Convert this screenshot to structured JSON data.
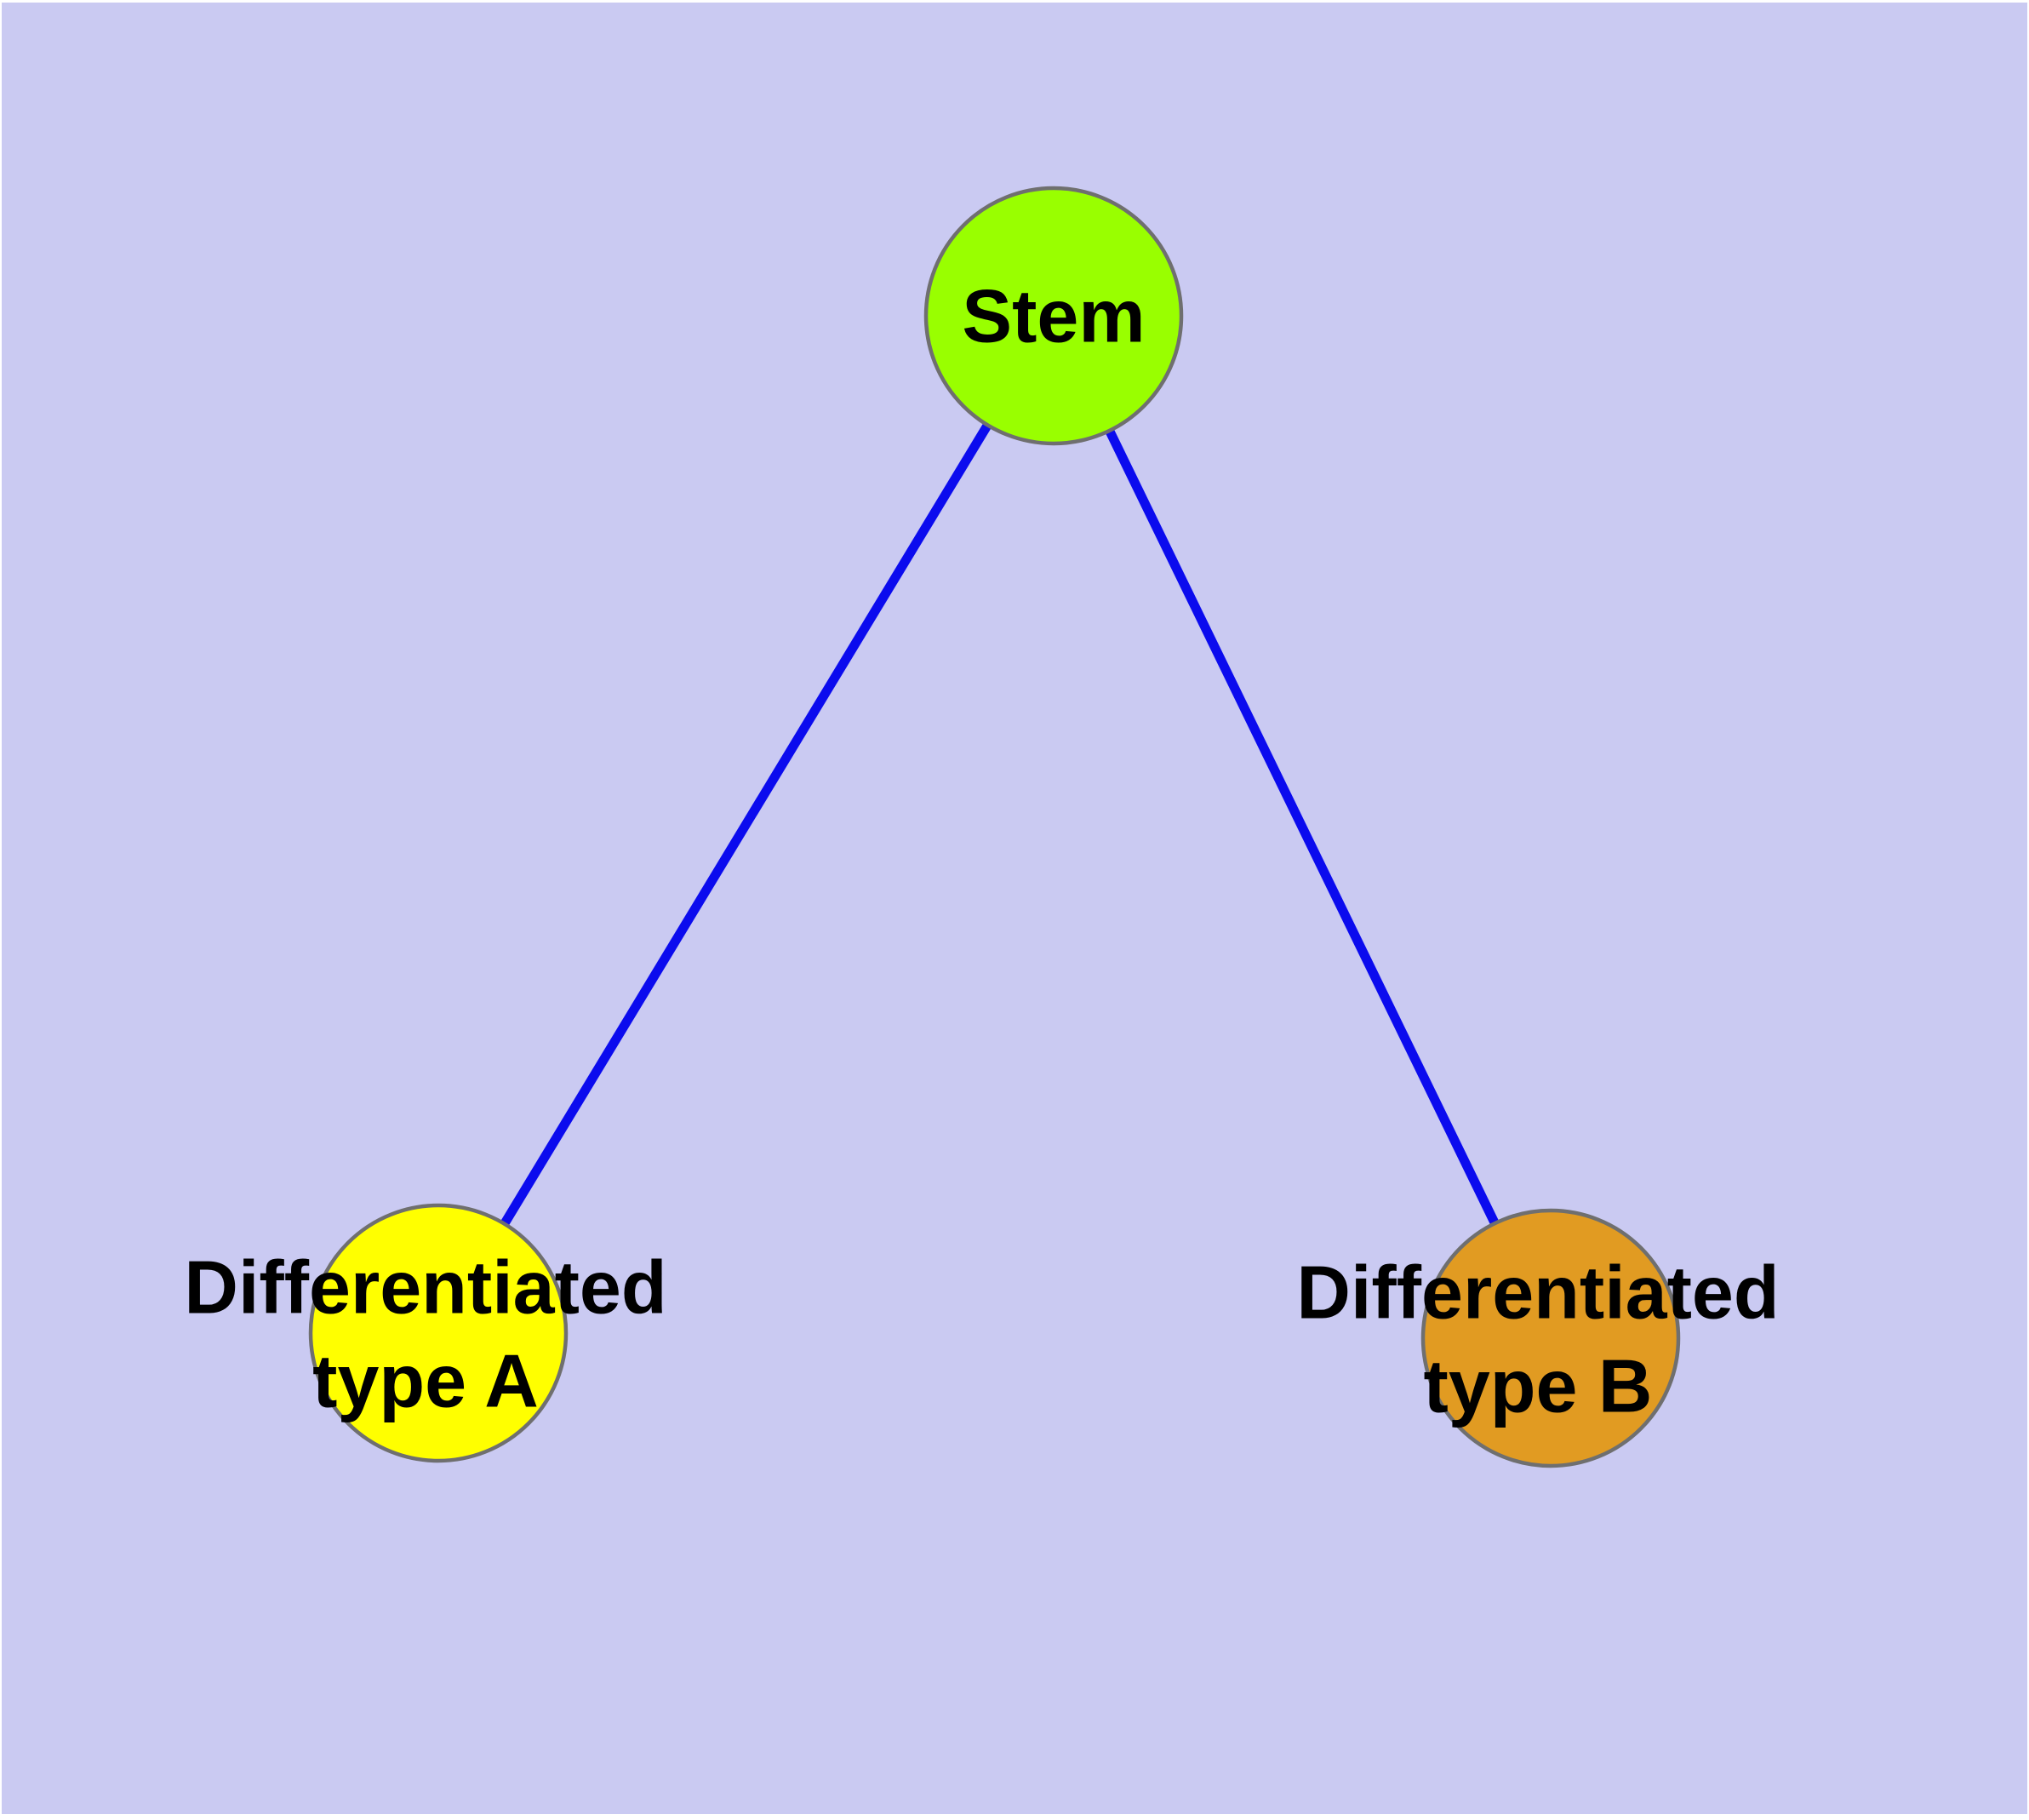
{
  "diagram": {
    "type": "node-link-graph",
    "background_color": "#cacaf2",
    "edge_color": "#0b0bee",
    "node_border_color": "#6f6f6f",
    "label_color": "#000000",
    "nodes": [
      {
        "id": "stem",
        "label": "Stem",
        "fill": "#99ff00"
      },
      {
        "id": "differentiated-type-a",
        "label_line1": "Differentiated",
        "label_line2": "type A",
        "fill": "#ffff00"
      },
      {
        "id": "differentiated-type-b",
        "label_line1": "Differentiated",
        "label_line2": "type B",
        "fill": "#e19b22"
      }
    ],
    "edges": [
      {
        "from": "stem",
        "to": "differentiated-type-a"
      },
      {
        "from": "stem",
        "to": "differentiated-type-b"
      }
    ]
  }
}
